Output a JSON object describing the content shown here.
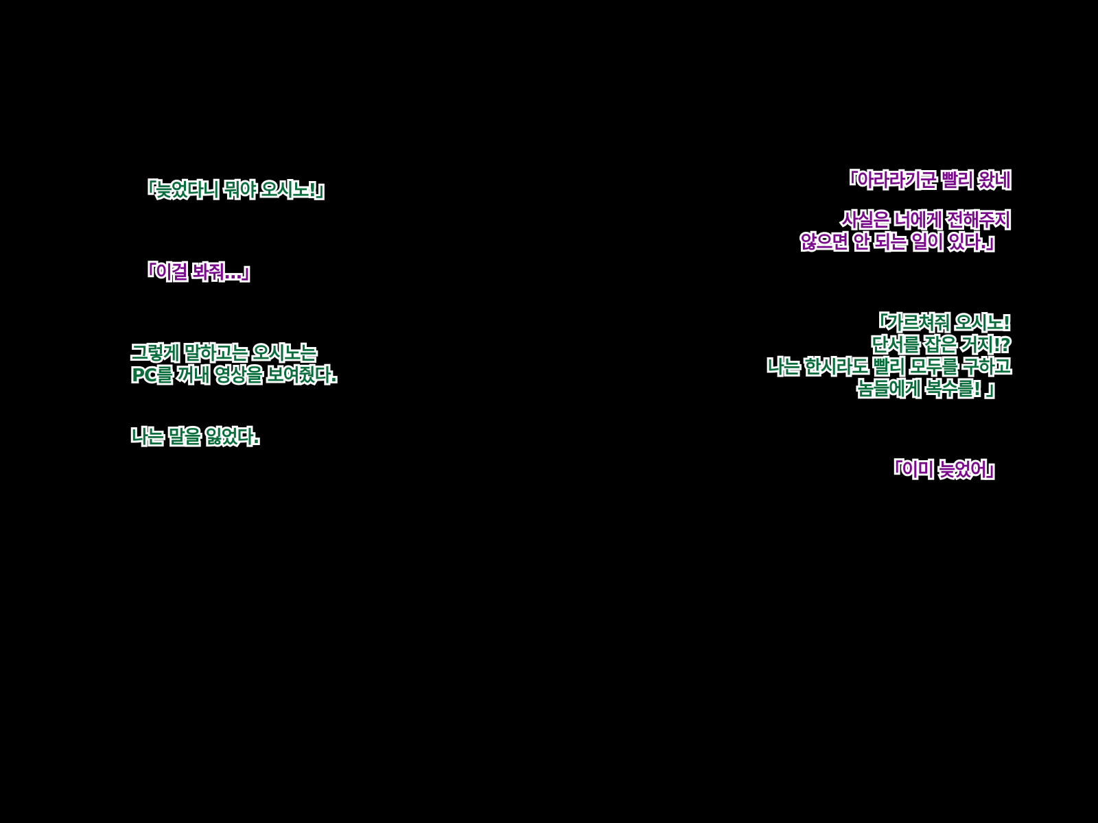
{
  "colors": {
    "background": "#000000",
    "speaker_a": "#0a6e3c",
    "speaker_b": "#7a0a8c",
    "outline": "#ffffff"
  },
  "left_column": [
    {
      "text": "「늦었다니 뭐야 오시노!」",
      "color": "green"
    },
    {
      "text": "「이걸 봐줘…」",
      "color": "purple"
    },
    {
      "text": "그렇게 말하고는 오시노는",
      "color": "green"
    },
    {
      "text": "PC를 꺼내 영상을 보여줬다.",
      "color": "green"
    },
    {
      "text": "나는 말을 잃었다.",
      "color": "green"
    }
  ],
  "right_column": [
    {
      "text": "「아라라기군 빨리 왔네",
      "color": "purple"
    },
    {
      "text": "사실은 너에게 전해주지",
      "color": "purple"
    },
    {
      "text": "않으면 안 되는 일이 있다.」",
      "color": "purple"
    },
    {
      "text": "「가르쳐줘 오시노!",
      "color": "green"
    },
    {
      "text": "단서를 잡은 거지!?",
      "color": "green"
    },
    {
      "text": "나는 한시라도 빨리 모두를 구하고",
      "color": "green"
    },
    {
      "text": "놈들에게 복수를! 」",
      "color": "green"
    },
    {
      "text": "「이미 늦었어」",
      "color": "purple"
    }
  ]
}
